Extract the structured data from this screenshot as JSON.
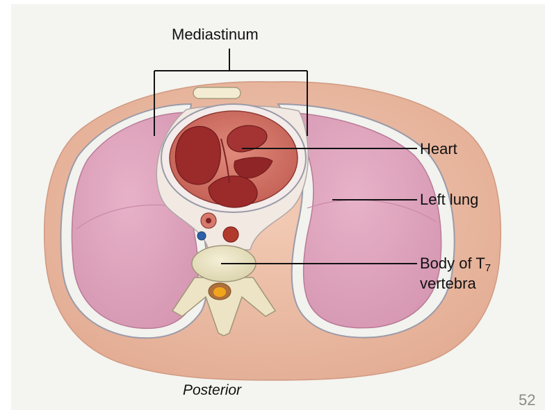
{
  "labels": {
    "mediastinum": "Mediastinum",
    "heart": "Heart",
    "left_lung": "Left lung",
    "body_prefix": "Body of T",
    "body_subscript": "7",
    "vertebra": "vertebra",
    "posterior": "Posterior"
  },
  "slide_number": "52",
  "colors": {
    "background": "#f4f4f0",
    "body_wall": "#eab9a0",
    "lung": "#dca4bd",
    "pleura": "#f2f2ee",
    "pleura_outline": "#9a9aa8",
    "heart_wall": "#cf6f62",
    "heart_chamber": "#9b2a2b",
    "vertebra": "#ebe6c8",
    "spinal_canal": "#f0a51c",
    "aorta": "#b23a2c",
    "vein": "#2f5fa8",
    "leader_line": "#111111"
  }
}
